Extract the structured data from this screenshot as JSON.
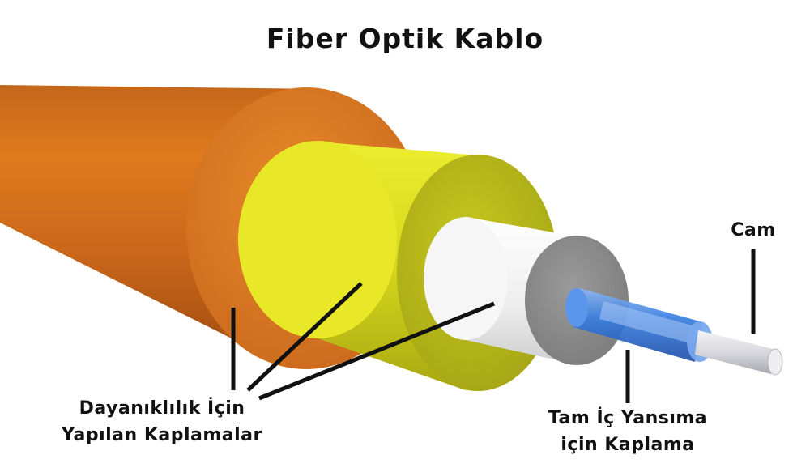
{
  "diagram": {
    "title": "Fiber Optik Kablo",
    "labels": {
      "glass": "Cam",
      "strength_coatings_line1": "Dayanıklılık İçin",
      "strength_coatings_line2": "Yapılan Kaplamalar",
      "tir_coating_line1": "Tam İç Yansıma",
      "tir_coating_line2": "için Kaplama"
    },
    "layers": [
      {
        "name": "outer-jacket",
        "color": "#e8801e"
      },
      {
        "name": "strength-coating",
        "color": "#d9d91a"
      },
      {
        "name": "buffer-coating",
        "color": "#f2f2f2"
      },
      {
        "name": "cladding",
        "color": "#3a7fe0"
      },
      {
        "name": "glass-core",
        "color": "#e6e6ea"
      }
    ]
  }
}
